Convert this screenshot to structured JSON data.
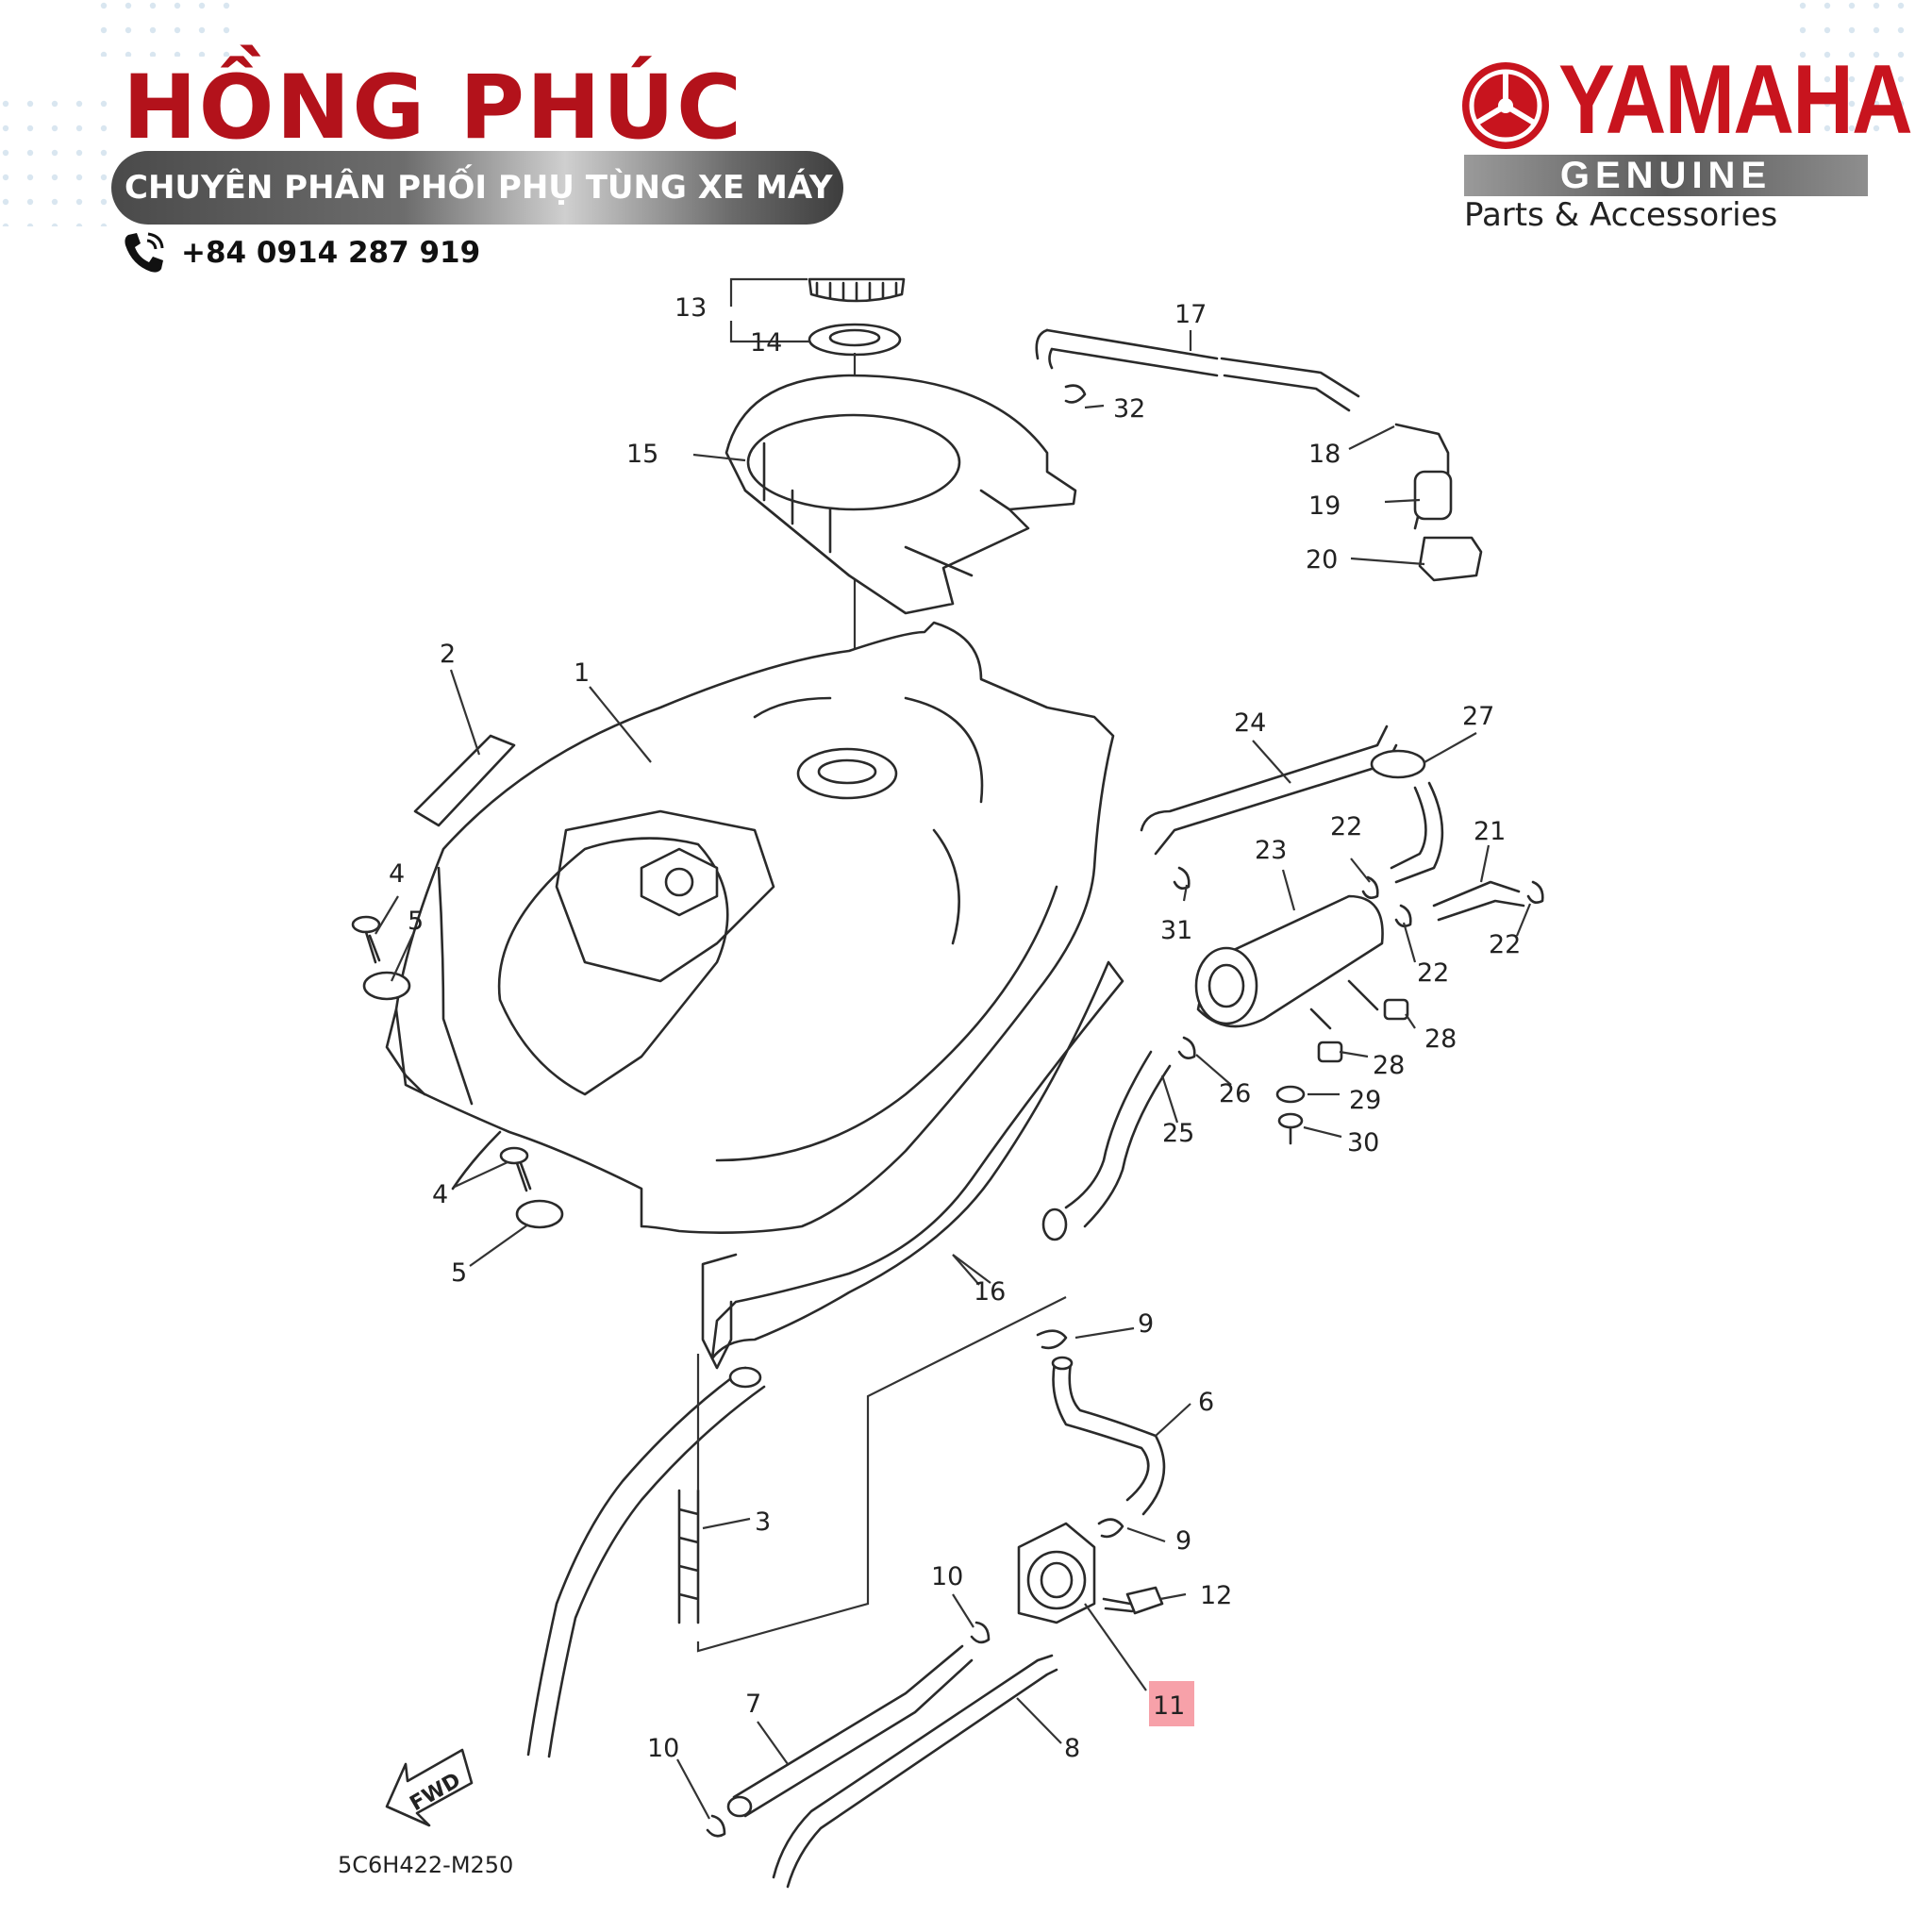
{
  "header": {
    "brand_name": "HỒNG PHÚC",
    "tagline": "CHUYÊN PHÂN PHỐI PHỤ TÙNG XE MÁY",
    "phone": "+84 0914 287 919",
    "phone_icon": "phone-icon"
  },
  "logo": {
    "brand": "YAMAHA",
    "genuine": "GENUINE",
    "subtitle": "Parts & Accessories",
    "emblem_icon": "tuning-fork-emblem-icon"
  },
  "colors": {
    "brand_red": "#b3121b",
    "logo_red": "#c8141e",
    "highlight": "#f7a1a9",
    "line": "#333333"
  },
  "diagram": {
    "code": "5C6H422-M250",
    "fwd_label": "FWD",
    "highlighted_callout": "11",
    "callouts": [
      {
        "id": "c13",
        "label": "13"
      },
      {
        "id": "c14",
        "label": "14"
      },
      {
        "id": "c15",
        "label": "15"
      },
      {
        "id": "c17",
        "label": "17"
      },
      {
        "id": "c32",
        "label": "32"
      },
      {
        "id": "c18",
        "label": "18"
      },
      {
        "id": "c19",
        "label": "19"
      },
      {
        "id": "c20",
        "label": "20"
      },
      {
        "id": "c2",
        "label": "2"
      },
      {
        "id": "c1",
        "label": "1"
      },
      {
        "id": "c24",
        "label": "24"
      },
      {
        "id": "c27",
        "label": "27"
      },
      {
        "id": "c22a",
        "label": "22"
      },
      {
        "id": "c21",
        "label": "21"
      },
      {
        "id": "c23",
        "label": "23"
      },
      {
        "id": "c31",
        "label": "31"
      },
      {
        "id": "c22b",
        "label": "22"
      },
      {
        "id": "c22c",
        "label": "22"
      },
      {
        "id": "c4a",
        "label": "4"
      },
      {
        "id": "c5a",
        "label": "5"
      },
      {
        "id": "c28a",
        "label": "28"
      },
      {
        "id": "c28b",
        "label": "28"
      },
      {
        "id": "c26",
        "label": "26"
      },
      {
        "id": "c29",
        "label": "29"
      },
      {
        "id": "c25",
        "label": "25"
      },
      {
        "id": "c30",
        "label": "30"
      },
      {
        "id": "c4b",
        "label": "4"
      },
      {
        "id": "c5b",
        "label": "5"
      },
      {
        "id": "c16",
        "label": "16"
      },
      {
        "id": "c9a",
        "label": "9"
      },
      {
        "id": "c6",
        "label": "6"
      },
      {
        "id": "c3",
        "label": "3"
      },
      {
        "id": "c9b",
        "label": "9"
      },
      {
        "id": "c10a",
        "label": "10"
      },
      {
        "id": "c12",
        "label": "12"
      },
      {
        "id": "c11",
        "label": "11"
      },
      {
        "id": "c7",
        "label": "7"
      },
      {
        "id": "c10b",
        "label": "10"
      },
      {
        "id": "c8",
        "label": "8"
      }
    ]
  }
}
